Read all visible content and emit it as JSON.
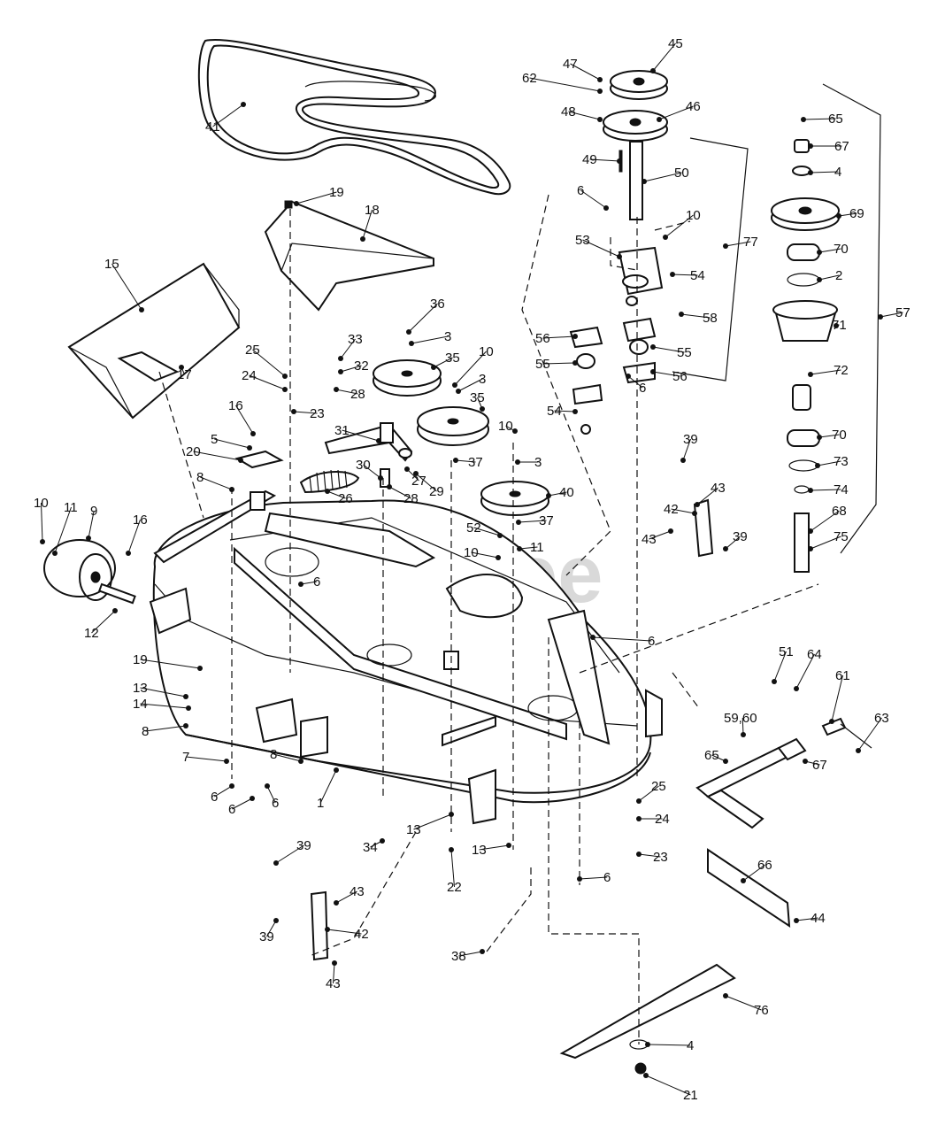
{
  "watermark": "PartsTree",
  "callouts": [
    {
      "id": "c41",
      "text": "41"
    },
    {
      "id": "c19a",
      "text": "19"
    },
    {
      "id": "c18",
      "text": "18"
    },
    {
      "id": "c15",
      "text": "15"
    },
    {
      "id": "c17",
      "text": "17"
    },
    {
      "id": "c25a",
      "text": "25"
    },
    {
      "id": "c24a",
      "text": "24"
    },
    {
      "id": "c23a",
      "text": "23"
    },
    {
      "id": "c16a",
      "text": "16"
    },
    {
      "id": "c5",
      "text": "5"
    },
    {
      "id": "c20",
      "text": "20"
    },
    {
      "id": "c8a",
      "text": "8"
    },
    {
      "id": "c33",
      "text": "33"
    },
    {
      "id": "c32",
      "text": "32"
    },
    {
      "id": "c28a",
      "text": "28"
    },
    {
      "id": "c36",
      "text": "36"
    },
    {
      "id": "c3a",
      "text": "3"
    },
    {
      "id": "c35a",
      "text": "35"
    },
    {
      "id": "c10a",
      "text": "10"
    },
    {
      "id": "c3b",
      "text": "3"
    },
    {
      "id": "c35b",
      "text": "35"
    },
    {
      "id": "c31",
      "text": "31"
    },
    {
      "id": "c37a",
      "text": "37"
    },
    {
      "id": "c10b",
      "text": "10"
    },
    {
      "id": "c3c",
      "text": "3"
    },
    {
      "id": "c30",
      "text": "30"
    },
    {
      "id": "c27",
      "text": "27"
    },
    {
      "id": "c26",
      "text": "26"
    },
    {
      "id": "c28b",
      "text": "28"
    },
    {
      "id": "c29",
      "text": "29"
    },
    {
      "id": "c40",
      "text": "40"
    },
    {
      "id": "c37b",
      "text": "37"
    },
    {
      "id": "c52",
      "text": "52"
    },
    {
      "id": "c11a",
      "text": "11"
    },
    {
      "id": "c10c",
      "text": "10"
    },
    {
      "id": "c10d",
      "text": "10"
    },
    {
      "id": "c11b",
      "text": "11"
    },
    {
      "id": "c9",
      "text": "9"
    },
    {
      "id": "c16b",
      "text": "16"
    },
    {
      "id": "c6a",
      "text": "6"
    },
    {
      "id": "c12",
      "text": "12"
    },
    {
      "id": "c19b",
      "text": "19"
    },
    {
      "id": "c13a",
      "text": "13"
    },
    {
      "id": "c14",
      "text": "14"
    },
    {
      "id": "c8b",
      "text": "8"
    },
    {
      "id": "c8c",
      "text": "8"
    },
    {
      "id": "c7",
      "text": "7"
    },
    {
      "id": "c6b",
      "text": "6"
    },
    {
      "id": "c6c",
      "text": "6"
    },
    {
      "id": "c6d",
      "text": "6"
    },
    {
      "id": "c1",
      "text": "1"
    },
    {
      "id": "c34",
      "text": "34"
    },
    {
      "id": "c13b",
      "text": "13"
    },
    {
      "id": "c22",
      "text": "22"
    },
    {
      "id": "c13c",
      "text": "13"
    },
    {
      "id": "c39a",
      "text": "39"
    },
    {
      "id": "c43a",
      "text": "43"
    },
    {
      "id": "c42a",
      "text": "42"
    },
    {
      "id": "c39b",
      "text": "39"
    },
    {
      "id": "c43b",
      "text": "43"
    },
    {
      "id": "c38",
      "text": "38"
    },
    {
      "id": "c47",
      "text": "47"
    },
    {
      "id": "c62",
      "text": "62"
    },
    {
      "id": "c45",
      "text": "45"
    },
    {
      "id": "c48",
      "text": "48"
    },
    {
      "id": "c46",
      "text": "46"
    },
    {
      "id": "c49",
      "text": "49"
    },
    {
      "id": "c50",
      "text": "50"
    },
    {
      "id": "c6e",
      "text": "6"
    },
    {
      "id": "c10e",
      "text": "10"
    },
    {
      "id": "c77",
      "text": "77"
    },
    {
      "id": "c53",
      "text": "53"
    },
    {
      "id": "c54a",
      "text": "54"
    },
    {
      "id": "c58",
      "text": "58"
    },
    {
      "id": "c56a",
      "text": "56"
    },
    {
      "id": "c55a",
      "text": "55"
    },
    {
      "id": "c55b",
      "text": "55"
    },
    {
      "id": "c56b",
      "text": "56"
    },
    {
      "id": "c54b",
      "text": "54"
    },
    {
      "id": "c6f",
      "text": "6"
    },
    {
      "id": "c65a",
      "text": "65"
    },
    {
      "id": "c67a",
      "text": "67"
    },
    {
      "id": "c4a",
      "text": "4"
    },
    {
      "id": "c69",
      "text": "69"
    },
    {
      "id": "c70a",
      "text": "70"
    },
    {
      "id": "c2",
      "text": "2"
    },
    {
      "id": "c57",
      "text": "57"
    },
    {
      "id": "c71",
      "text": "71"
    },
    {
      "id": "c72",
      "text": "72"
    },
    {
      "id": "c70b",
      "text": "70"
    },
    {
      "id": "c73",
      "text": "73"
    },
    {
      "id": "c74",
      "text": "74"
    },
    {
      "id": "c68",
      "text": "68"
    },
    {
      "id": "c75",
      "text": "75"
    },
    {
      "id": "c39c",
      "text": "39"
    },
    {
      "id": "c43c",
      "text": "43"
    },
    {
      "id": "c42b",
      "text": "42"
    },
    {
      "id": "c43d",
      "text": "43"
    },
    {
      "id": "c39d",
      "text": "39"
    },
    {
      "id": "c6g",
      "text": "6"
    },
    {
      "id": "c51",
      "text": "51"
    },
    {
      "id": "c64",
      "text": "64"
    },
    {
      "id": "c61",
      "text": "61"
    },
    {
      "id": "c63",
      "text": "63"
    },
    {
      "id": "c5960",
      "text": "59,60"
    },
    {
      "id": "c65b",
      "text": "65"
    },
    {
      "id": "c67b",
      "text": "67"
    },
    {
      "id": "c25b",
      "text": "25"
    },
    {
      "id": "c24b",
      "text": "24"
    },
    {
      "id": "c23b",
      "text": "23"
    },
    {
      "id": "c66",
      "text": "66"
    },
    {
      "id": "c44",
      "text": "44"
    },
    {
      "id": "c6h",
      "text": "6"
    },
    {
      "id": "c76",
      "text": "76"
    },
    {
      "id": "c4b",
      "text": "4"
    },
    {
      "id": "c21",
      "text": "21"
    }
  ]
}
